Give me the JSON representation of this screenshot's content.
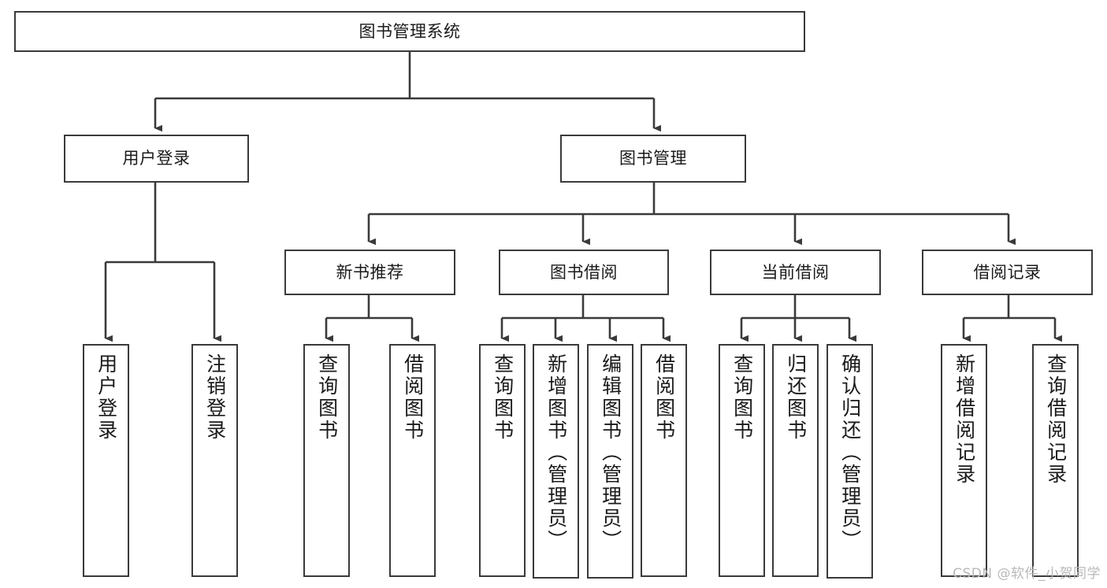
{
  "diagram": {
    "title": "图书管理系统",
    "root": {
      "label": "图书管理系统"
    },
    "level2": [
      {
        "label": "用户登录"
      },
      {
        "label": "图书管理"
      }
    ],
    "level3": [
      {
        "label": "新书推荐"
      },
      {
        "label": "图书借阅"
      },
      {
        "label": "当前借阅"
      },
      {
        "label": "借阅记录"
      }
    ],
    "leaves": {
      "user_login": [
        {
          "label": "用户登录"
        },
        {
          "label": "注销登录"
        }
      ],
      "new_book_recommend": [
        {
          "label": "查询图书"
        },
        {
          "label": "借阅图书"
        }
      ],
      "book_borrow": [
        {
          "label": "查询图书"
        },
        {
          "label": "新增图书（管理员）"
        },
        {
          "label": "编辑图书（管理员）"
        },
        {
          "label": "借阅图书"
        }
      ],
      "current_borrow": [
        {
          "label": "查询图书"
        },
        {
          "label": "归还图书"
        },
        {
          "label": "确认归还（管理员）"
        }
      ],
      "borrow_record": [
        {
          "label": "新增借阅记录"
        },
        {
          "label": "查询借阅记录"
        }
      ]
    }
  },
  "watermark": {
    "text": "CSDN @软件_小贺同学"
  },
  "colors": {
    "stroke": "#3a3a3a",
    "fill": "#ffffff",
    "text": "#1a1a1a",
    "watermark": "#b9b9b9"
  }
}
